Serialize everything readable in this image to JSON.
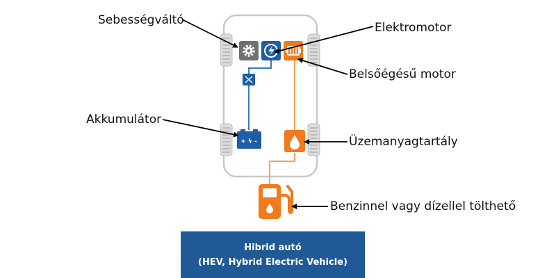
{
  "labels": {
    "transmission": "Sebességváltó",
    "electric_motor": "Elektromotor",
    "combustion_engine": "Belsőégésű motor",
    "battery": "Akkumulátor",
    "fuel_tank": "Üzemanyagtartály",
    "refuel": "Benzinnel vagy dízellel tölthető"
  },
  "caption": {
    "title": "Hibrid autó",
    "subtitle": "(HEV, Hybrid Electric Vehicle)"
  },
  "battery_symbol": "+ ϟ -",
  "colors": {
    "electric_blue": "#1f5da5",
    "fuel_orange": "#f07a1c",
    "gear_gray": "#707070",
    "chassis_outline": "#c8c8c8",
    "wheel_gray": "#d4d4d4",
    "caption_bg": "#1f5a96",
    "arrow": "#000000"
  },
  "icons": {
    "transmission": "gear-icon",
    "electric_motor": "electric-motor-icon",
    "combustion_engine": "engine-icon",
    "converter": "converter-icon",
    "battery": "battery-icon",
    "fuel_tank": "fuel-drop-icon",
    "refuel": "fuel-pump-icon"
  }
}
